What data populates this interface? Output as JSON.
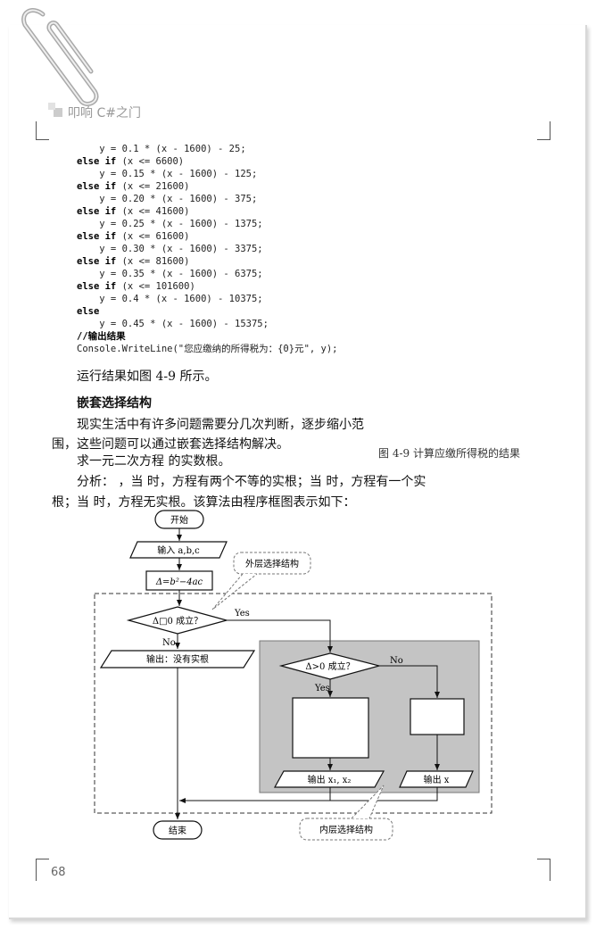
{
  "header": {
    "title": "叩响 C#之门"
  },
  "code": [
    {
      "kw": "",
      "rest": "    y = 0.1 * (x - 1600) - 25;"
    },
    {
      "kw": "else if",
      "rest": " (x <= 6600)"
    },
    {
      "kw": "",
      "rest": "    y = 0.15 * (x - 1600) - 125;"
    },
    {
      "kw": "else if",
      "rest": " (x <= 21600)"
    },
    {
      "kw": "",
      "rest": "    y = 0.20 * (x - 1600) - 375;"
    },
    {
      "kw": "else if",
      "rest": " (x <= 41600)"
    },
    {
      "kw": "",
      "rest": "    y = 0.25 * (x - 1600) - 1375;"
    },
    {
      "kw": "else if",
      "rest": " (x <= 61600)"
    },
    {
      "kw": "",
      "rest": "    y = 0.30 * (x - 1600) - 3375;"
    },
    {
      "kw": "else if",
      "rest": " (x <= 81600)"
    },
    {
      "kw": "",
      "rest": "    y = 0.35 * (x - 1600) - 6375;"
    },
    {
      "kw": "else if",
      "rest": " (x <= 101600)"
    },
    {
      "kw": "",
      "rest": "    y = 0.4 * (x - 1600) - 10375;"
    },
    {
      "kw": "else",
      "rest": ""
    },
    {
      "kw": "",
      "rest": "    y = 0.45 * (x - 1600) - 15375;"
    },
    {
      "kw": "//输出结果",
      "rest": ""
    },
    {
      "kw": "",
      "rest": "Console.WriteLine(\"您应缴纳的所得税为：{0}元\", y);"
    }
  ],
  "body": {
    "result_line": "运行结果如图 4-9 所示。",
    "section_title": "嵌套选择结构",
    "para1_line1": "现实生活中有许多问题需要分几次判断，逐步缩小范",
    "para1_line2": "围，这些问题可以通过嵌套选择结构解决。",
    "para2": "求一元二次方程                的实数根。",
    "para3_line1": "分析：                ，当        时，方程有两个不等的实根；当          时，方程有一个实",
    "para3_line2": "根；当          时，方程无实根。该算法由程序框图表示如下：",
    "figure_caption": "图 4-9   计算应缴所得税的结果"
  },
  "flowchart": {
    "start": "开始",
    "input": "输入 a,b,c",
    "delta": "Δ=b²−4ac",
    "outer_callout": "外层选择结构",
    "cond1": "Δ□0 成立？",
    "yes1": "Yes",
    "no1": "No",
    "no_roots": "输出：没有实根",
    "cond2": "Δ>0 成立？",
    "yes2": "Yes",
    "no2": "No",
    "out_two": "输出 x₁, x₂",
    "out_one": "输出 x",
    "inner_callout": "内层选择结构",
    "end": "结束"
  },
  "footer": {
    "page_number": "68"
  },
  "colors": {
    "inner_box": "#c4c4c4",
    "header_text": "#999999"
  }
}
